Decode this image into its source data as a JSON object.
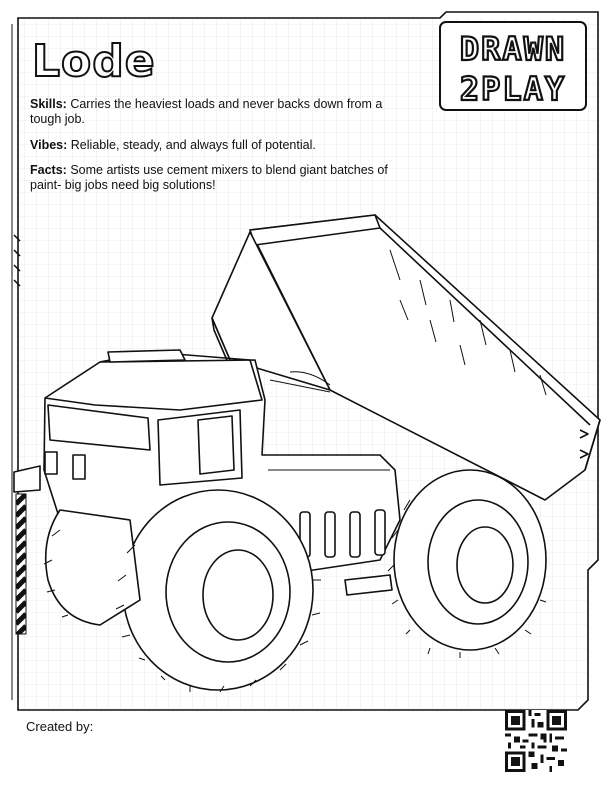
{
  "title": "Lode",
  "logo": {
    "line1": "DRAWN",
    "line2": "2PLAY"
  },
  "sections": [
    {
      "label": "Skills:",
      "text": "Carries the heaviest loads and never backs down from a tough job."
    },
    {
      "label": "Vibes:",
      "text": "Reliable, steady, and always full of potential."
    },
    {
      "label": "Facts:",
      "text": "Some artists use cement mixers to blend giant batches of paint- big jobs need big solutions!"
    }
  ],
  "footer": {
    "created_by": "Created by:"
  },
  "icons": {
    "qr": "qr-code-icon",
    "illustration": "dump-truck-icon",
    "logo": "drawn2play-logo"
  }
}
